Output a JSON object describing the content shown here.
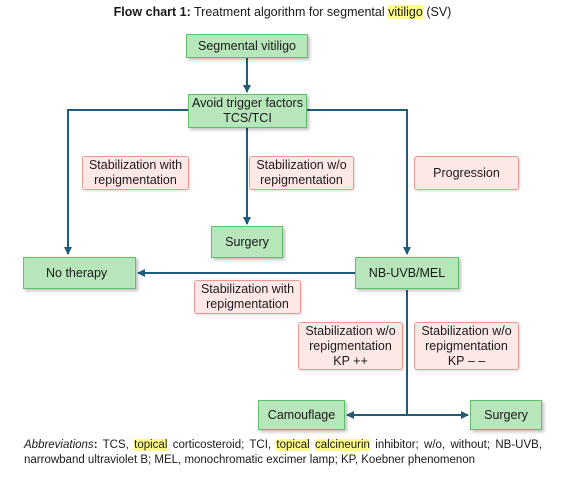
{
  "title": {
    "bold": "Flow chart 1:",
    "pre": "Treatment algorithm for segmental",
    "highlight": "vitiligo",
    "post": "(SV)"
  },
  "nodes": {
    "segmental": "Segmental vitiligo",
    "avoid_line1": "Avoid trigger factors",
    "avoid_line2": "TCS/TCI",
    "surgery_mid": "Surgery",
    "no_therapy": "No therapy",
    "nbuvb": "NB-UVB/MEL",
    "camouflage": "Camouflage",
    "surgery_bottom": "Surgery"
  },
  "labels": {
    "stab_with_line1": "Stabilization with",
    "stab_with_line2": "repigmentation",
    "stab_wo_line1": "Stabilization w/o",
    "stab_wo_line2": "repigmentation",
    "progression": "Progression",
    "stab_with2_line1": "Stabilization with",
    "stab_with2_line2": "repigmentation",
    "kp_pp_line1": "Stabilization w/o",
    "kp_pp_line2": "repigmentation",
    "kp_pp_line3": "KP ++",
    "kp_mm_line1": "Stabilization w/o",
    "kp_mm_line2": "repigmentation",
    "kp_mm_line3": "KP – –"
  },
  "abbreviations": {
    "label": "Abbreviations",
    "colon": ":",
    "t1": "TCS,",
    "h1": "topical",
    "t2": "corticosteroid; TCI,",
    "h2": "topical",
    "h3": "calcineurin",
    "t3": "inhibitor; w/o, without; NB-UVB, narrowband ultraviolet B; MEL, monochromatic excimer lamp; KP, Koebner phenomenon"
  },
  "colors": {
    "node_fill": "#b6e6b9",
    "node_border": "#5fbf6a",
    "label_fill": "#fde8e6",
    "label_border": "#e89a92",
    "arrow": "#1f5c7a",
    "highlight": "#fffb8a"
  }
}
